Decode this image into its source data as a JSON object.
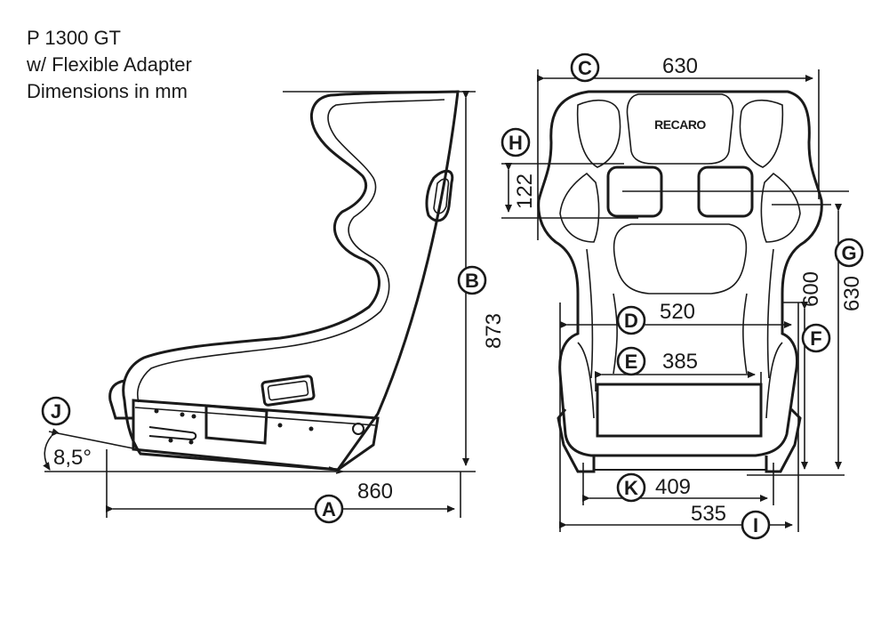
{
  "caption": {
    "line1": "P 1300 GT",
    "line2": "w/ Flexible Adapter",
    "line3": "Dimensions in mm"
  },
  "logo_text": "RECARO",
  "dimensions": [
    {
      "letter": "A",
      "value": "860"
    },
    {
      "letter": "B",
      "value": "873"
    },
    {
      "letter": "C",
      "value": "630"
    },
    {
      "letter": "D",
      "value": "520"
    },
    {
      "letter": "E",
      "value": "385"
    },
    {
      "letter": "F",
      "value": "600"
    },
    {
      "letter": "G",
      "value": "630"
    },
    {
      "letter": "H",
      "value": "122"
    },
    {
      "letter": "I",
      "value": "535"
    },
    {
      "letter": "J",
      "value": "8,5°"
    },
    {
      "letter": "K",
      "value": "409"
    }
  ]
}
